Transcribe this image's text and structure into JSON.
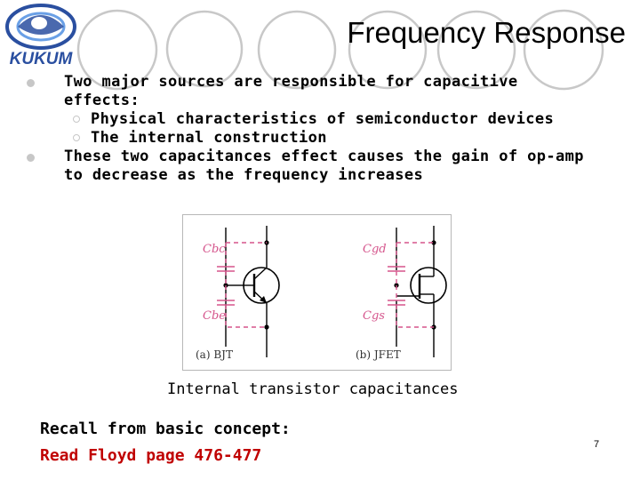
{
  "header": {
    "logo_text": "KUKUM",
    "title": "Frequency Response"
  },
  "bullets": [
    {
      "text": "Two major sources are responsible for capacitive effects:"
    },
    {
      "text": "Physical characteristics of semiconductor devices"
    },
    {
      "text": "The internal construction"
    },
    {
      "text": "These two capacitances effect causes the gain of op-amp to decrease as the frequency increases"
    }
  ],
  "figure": {
    "bjt": {
      "cap_top": "Cbc",
      "cap_bottom": "Cbe",
      "label": "(a) BJT"
    },
    "jfet": {
      "cap_top": "Cgd",
      "cap_bottom": "Cgs",
      "label": "(b) JFET"
    },
    "caption": "Internal transistor capacitances"
  },
  "footer": {
    "recall": "Recall from basic concept:",
    "reference": "Read Floyd page 476-477",
    "page_number": "7"
  },
  "colors": {
    "capacitor": "#d5558c",
    "circuit": "#000000",
    "reference_text": "#c00000",
    "bullet_marker": "#c7c7c7",
    "logo_blue": "#2a4fa0"
  }
}
